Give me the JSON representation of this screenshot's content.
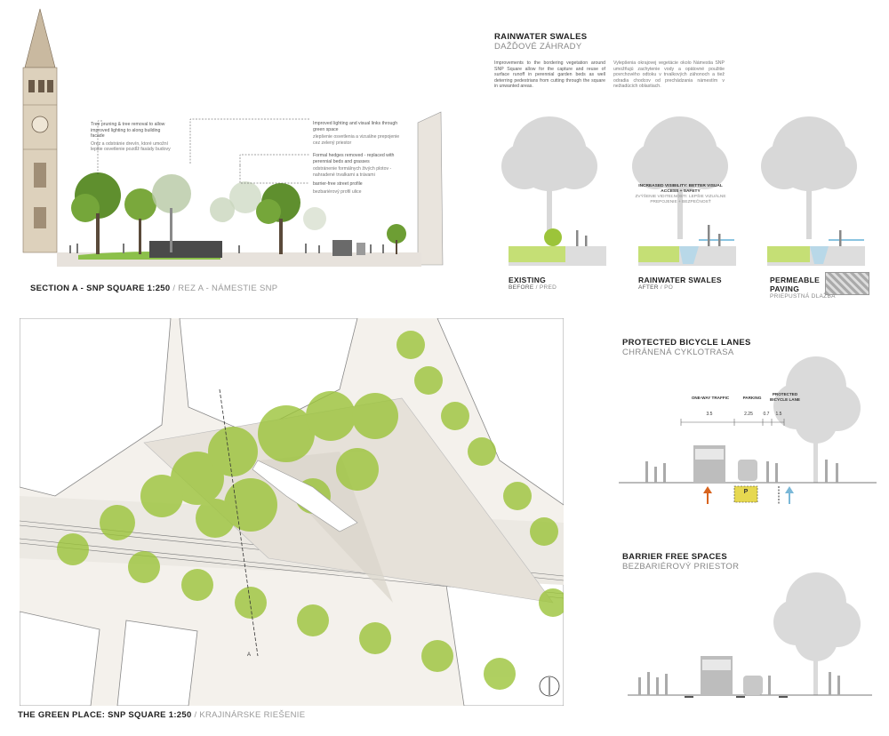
{
  "section": {
    "caption_bold": "SECTION A - SNP SQUARE 1:250",
    "caption_light": " / REZ A - NÁMESTIE SNP",
    "annotations": [
      {
        "en": "Tree pruning & tree removal to allow improved lighting to along building facade",
        "sk": "Orez a odstránie drevín, ktoré umožní lepšie osvetlenie pozdĺž fasády budovy"
      },
      {
        "en": "Improved lighting and visual links through green space",
        "sk": "zlepšenie osvetlenia a vizuálne prepojenie cez zelený priestor"
      },
      {
        "en": "Formal hedges removed - replaced with perennial beds and grasses",
        "sk": "odstránenie formálnych živých plotov - nahradené trvalkami a trávami"
      },
      {
        "en": "barrier-free street profile",
        "sk": "bezbariérový profil ulice"
      }
    ]
  },
  "swales": {
    "title": "RAINWATER SWALES",
    "subtitle": "DAŽĎOVÉ ZÁHRADY",
    "text_en": "Improvements to the bordering vegetation around SNP Square allow for the capture and reuse of surface runoff in perennial garden beds as well deterring pedestrians from cutting through the square in unwanted areas.",
    "text_sk": "Vylepšenia okrajovej vegetácie okolo Námestia SNP umožňujú zachytenie vody a opätovné použitie povrchového odtoku v trvalkových záhonoch a tiež odradia chodcov od prechádzania námestím v nežiadúcich oblastiach.",
    "visibility_en": "INCREASED VISIBILITY: BETTER VISUAL ACCESS + SAFETY",
    "visibility_sk": "ZVÝŠENIE VIDITEĽNOSTI: LEPŠIE VIZUÁLNE PREPOJENIE + BEZPEČNOSŤ",
    "panels": [
      {
        "label": "EXISTING",
        "sub_bold": "BEFORE",
        "sub_light": " / PRED"
      },
      {
        "label": "RAINWATER SWALES",
        "sub_bold": "AFTER",
        "sub_light": " / PO"
      },
      {
        "label": "PERMEABLE PAVING",
        "label_line1": "PERMEABLE",
        "label_line2": "PAVING",
        "sub_light": "PRIEPUSTNÁ DLAŽBA"
      }
    ]
  },
  "bike": {
    "title": "PROTECTED BICYCLE LANES",
    "subtitle": "CHRÁNENÁ CYKLOTRASA",
    "lanes": [
      {
        "label": "ONE-WAY TRAFFIC",
        "width": "3.5"
      },
      {
        "label": "PARKING",
        "width": "2.25"
      },
      {
        "label": "",
        "width": "0.7"
      },
      {
        "label": "PROTECTED BICYCLE LANE",
        "width": "1.5"
      }
    ],
    "parking_marker": "P"
  },
  "barrier": {
    "title": "BARRIER FREE SPACES",
    "subtitle": "BEZBARIÉROVÝ PRIESTOR"
  },
  "plan": {
    "caption_bold": "THE GREEN PLACE: SNP SQUARE 1:250",
    "caption_light": " / KRAJINÁRSKE RIEŠENIE",
    "section_marker": "A"
  },
  "colors": {
    "tree_green": "#8cb83a",
    "grass": "#b5d86a",
    "ground": "#f0ede8",
    "arrow_orange": "#d8641e",
    "arrow_blue": "#7ab8d8",
    "parking_yellow": "#e6d850"
  }
}
